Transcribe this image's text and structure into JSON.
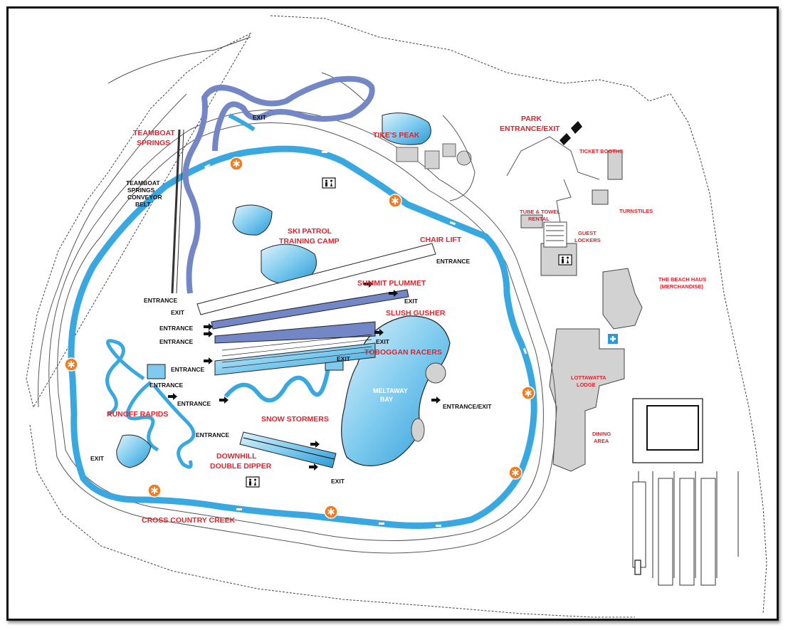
{
  "attractions": {
    "teamboat_springs": [
      "TEAMBOAT",
      "SPRINGS"
    ],
    "conveyor_belt": [
      "TEAMBOAT",
      "SPRINGS",
      "CONVEYOR",
      "BELT"
    ],
    "tikes_peak": "TIKE'S PEAK",
    "park_entrance": [
      "PARK",
      "ENTRANCE/EXIT"
    ],
    "ticket_booths": "TICKET BOOTHS",
    "tube_towel": [
      "TUBE & TOWEL",
      "RENTAL"
    ],
    "turnstiles": "TURNSTILES",
    "ski_patrol": [
      "SKI PATROL",
      "TRAINING CAMP"
    ],
    "chair_lift": "CHAIR LIFT",
    "guest_lockers": [
      "GUEST",
      "LOCKERS"
    ],
    "beach_haus": [
      "THE BEACH HAUS",
      "(MERCHANDISE)"
    ],
    "summit_plummet": "SUMMIT PLUMMET",
    "slush_gusher": "SLUSH GUSHER",
    "toboggan_racers": "TOBOGGAN RACERS",
    "meltaway_bay": [
      "MELTAWAY",
      "BAY"
    ],
    "lottawatta_lodge": [
      "LOTTAWATTA",
      "LODGE"
    ],
    "runoff_rapids": "RUNOFF RAPIDS",
    "snow_stormers": "SNOW STORMERS",
    "dining_area": [
      "DINING",
      "AREA"
    ],
    "downhill_double_dipper": [
      "DOWNHILL",
      "DOUBLE DIPPER"
    ],
    "cross_country_creek": "CROSS COUNTRY CREEK"
  },
  "signs": {
    "exit": "EXIT",
    "entrance": "ENTRANCE",
    "entrance_exit": "ENTRANCE/EXIT",
    "entrance_u": "ENTRANCE"
  },
  "colors": {
    "creek": "#3aa8e0",
    "teamboat": "#7386c6",
    "pool": "#7fcbef",
    "label": "#e8202a",
    "building": "#d2d2d2",
    "tube_station": "#f47b20"
  },
  "icons": [
    "restroom-icon",
    "first-aid-icon",
    "tube-station-icon",
    "arrow-icon"
  ]
}
